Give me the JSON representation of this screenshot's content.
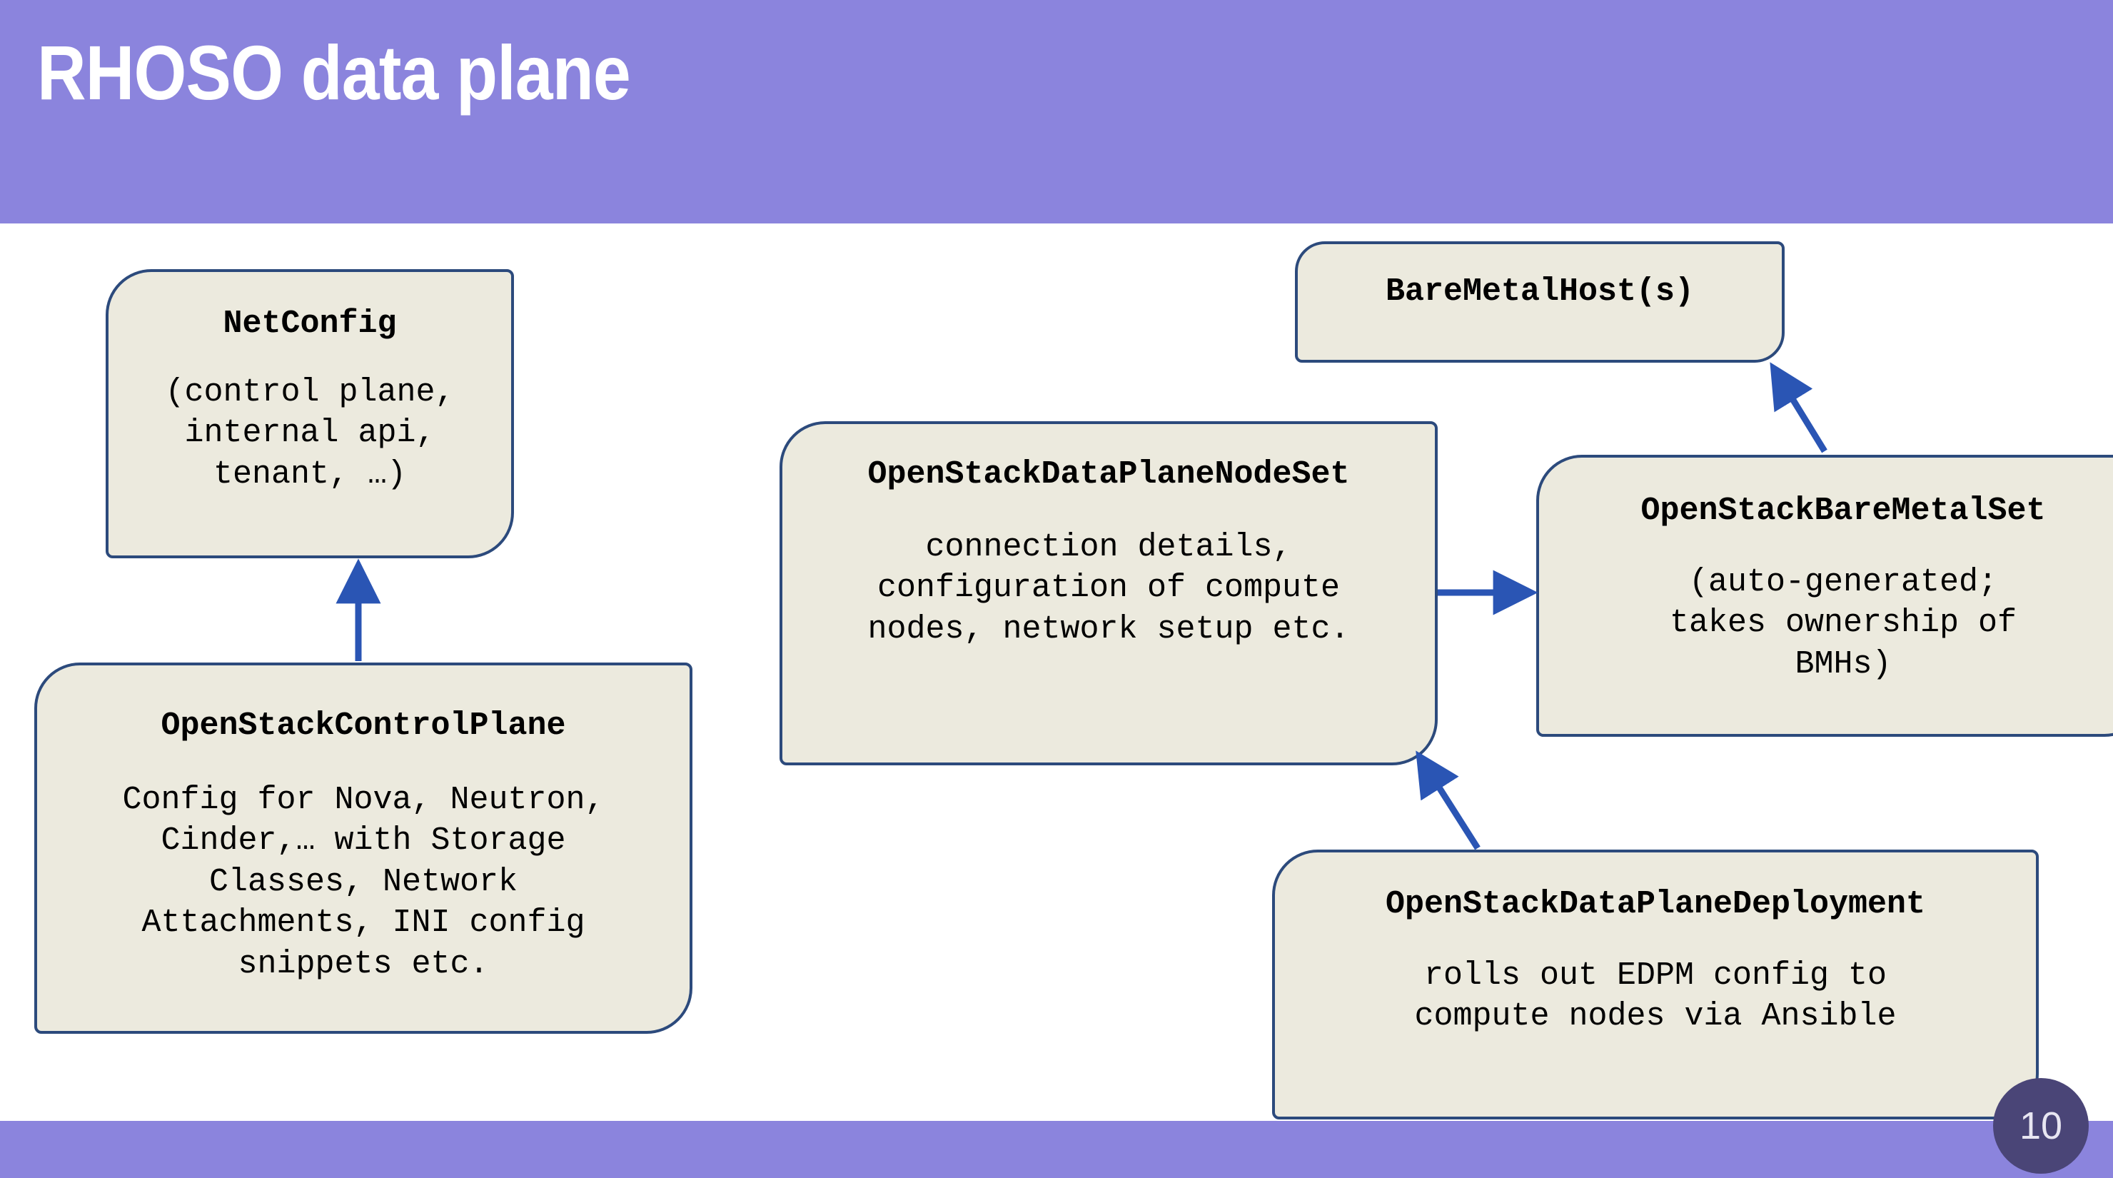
{
  "slide": {
    "title": "RHOSO data plane",
    "page_number": "10",
    "colors": {
      "band_purple": "#8B84DD",
      "box_fill": "#ECEADE",
      "box_border": "#2C4A7C",
      "arrow_blue": "#2A55B4",
      "badge_purple": "#4A4577",
      "title_text": "#FFFFFF"
    }
  },
  "diagram": {
    "type": "flow",
    "nodes": [
      {
        "id": "netconfig",
        "title": "NetConfig",
        "body": "(control plane,\ninternal api,\ntenant, …)"
      },
      {
        "id": "controlplane",
        "title": "OpenStackControlPlane",
        "body": "Config for Nova, Neutron,\nCinder,… with Storage\nClasses, Network\nAttachments, INI config\nsnippets etc."
      },
      {
        "id": "nodeset",
        "title": "OpenStackDataPlaneNodeSet",
        "body": "connection details,\nconfiguration of compute\nnodes, network setup etc."
      },
      {
        "id": "baremetalhost",
        "title": "BareMetalHost(s)",
        "body": ""
      },
      {
        "id": "baremetalset",
        "title": "OpenStackBareMetalSet",
        "body": "(auto-generated;\ntakes ownership of\nBMHs)"
      },
      {
        "id": "deployment",
        "title": "OpenStackDataPlaneDeployment",
        "body": "rolls out EDPM config to\ncompute nodes via Ansible"
      }
    ],
    "edges": [
      {
        "from": "controlplane",
        "to": "netconfig",
        "direction": "up"
      },
      {
        "from": "nodeset",
        "to": "baremetalset",
        "direction": "right"
      },
      {
        "from": "baremetalset",
        "to": "baremetalhost",
        "direction": "up-left"
      },
      {
        "from": "deployment",
        "to": "nodeset",
        "direction": "up-left"
      }
    ]
  }
}
